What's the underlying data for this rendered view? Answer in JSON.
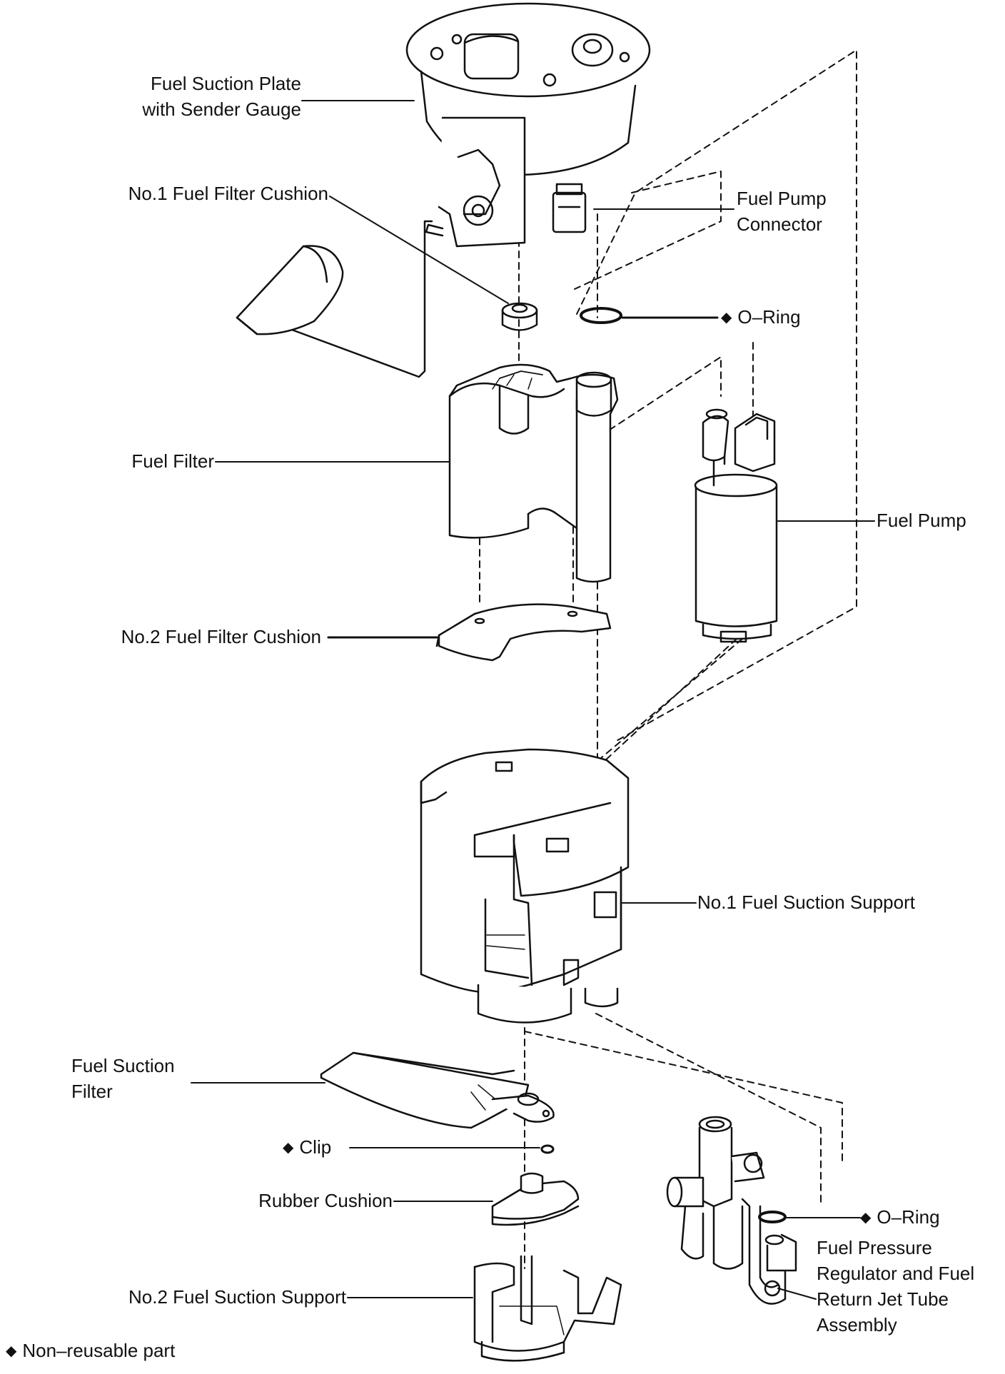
{
  "diagram": {
    "labels": {
      "fuel_suction_plate_1": "Fuel Suction Plate",
      "fuel_suction_plate_2": "with Sender Gauge",
      "no1_fuel_filter_cushion": "No.1 Fuel Filter Cushion",
      "fuel_pump_connector_1": "Fuel Pump",
      "fuel_pump_connector_2": "Connector",
      "o_ring_top": "O–Ring",
      "fuel_filter": "Fuel Filter",
      "fuel_pump": "Fuel Pump",
      "no2_fuel_filter_cushion": "No.2 Fuel Filter Cushion",
      "no1_fuel_suction_support": "No.1 Fuel Suction Support",
      "fuel_suction_filter_1": "Fuel Suction",
      "fuel_suction_filter_2": "Filter",
      "clip": "Clip",
      "rubber_cushion": "Rubber Cushion",
      "o_ring_bottom": "O–Ring",
      "fuel_pressure_regulator_1": "Fuel Pressure",
      "fuel_pressure_regulator_2": "Regulator and Fuel",
      "fuel_pressure_regulator_3": "Return Jet Tube",
      "fuel_pressure_regulator_4": "Assembly",
      "no2_fuel_suction_support": "No.2 Fuel Suction Support",
      "legend_non_reusable": "Non–reusable part"
    },
    "symbols": {
      "non_reusable_marker": "◆"
    },
    "colors": {
      "ink": "#111111",
      "background": "#ffffff"
    }
  }
}
